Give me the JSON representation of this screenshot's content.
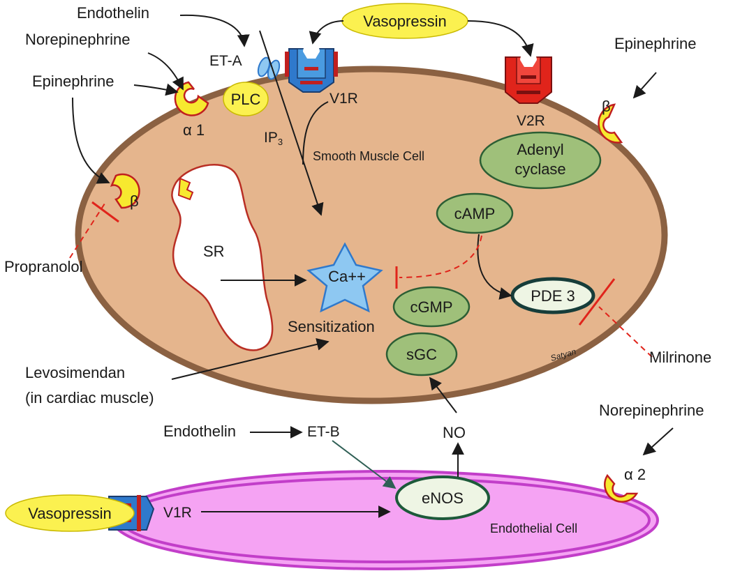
{
  "cells": {
    "smooth_muscle": "Smooth Muscle Cell",
    "endothelial": "Endothelial Cell"
  },
  "ligands": {
    "endothelin_top": "Endothelin",
    "norepinephrine_top": "Norepinephrine",
    "epinephrine_left": "Epinephrine",
    "epinephrine_right": "Epinephrine",
    "vasopressin_top": "Vasopressin",
    "endothelin_bottom": "Endothelin",
    "norepinephrine_bottom": "Norepinephrine",
    "vasopressin_bottom": "Vasopressin"
  },
  "receptors": {
    "et_a": "ET-A",
    "alpha1": "α 1",
    "beta_left": "β",
    "beta_right": "β",
    "v1r_top": "V1R",
    "v2r": "V2R",
    "et_b": "ET-B",
    "alpha2": "α 2",
    "v1r_bottom": "V1R"
  },
  "molecules": {
    "plc": "PLC",
    "ip3": "IP",
    "ip3_sub": "3",
    "adenyl_line1": "Adenyl",
    "adenyl_line2": "cyclase",
    "camp": "cAMP",
    "pde3": "PDE 3",
    "cgmp": "cGMP",
    "sgc": "sGC",
    "ca": "Ca++",
    "sr": "SR",
    "sensitization": "Sensitization",
    "no": "NO",
    "enos": "eNOS"
  },
  "drugs": {
    "propranolol": "Propranolol",
    "milrinone": "Milrinone",
    "levosimendan_line1": "Levosimendan",
    "levosimendan_line2": "(in cardiac muscle)"
  },
  "signature": "Satyan",
  "colors": {
    "smooth_cell_fill": "#e5b58d",
    "smooth_cell_border": "#8b6142",
    "endothelial_fill": "#f5a3f3",
    "endothelial_border": "#c23ec9",
    "enzyme_fill": "#9fc07a",
    "enzyme_border": "#2c5e34",
    "ligand_fill": "#fbf150",
    "receptor_fill": "#f7e92f",
    "receptor_border": "#c01f1f",
    "calcium_fill": "#8ec8f2",
    "calcium_border": "#2f79cc",
    "inhibition": "#e0241b"
  }
}
